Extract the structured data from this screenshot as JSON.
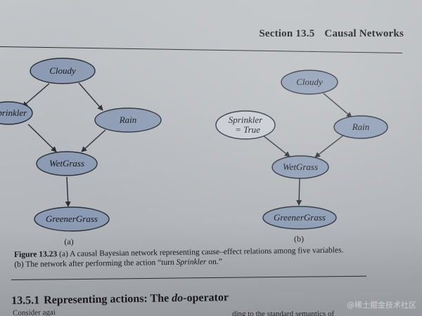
{
  "running_head": {
    "section": "Section 13.5",
    "title": "Causal Networks"
  },
  "colors": {
    "node_fill": "#8c9bb3",
    "node_stroke": "#2a2f3a",
    "edge": "#2a2d33"
  },
  "figure": {
    "panel_a": {
      "label": "(a)",
      "nodes": {
        "cloudy": "Cloudy",
        "sprinkler": "Sprinkler",
        "rain": "Rain",
        "wetgrass": "WetGrass",
        "greenergrass": "GreenerGrass"
      }
    },
    "panel_b": {
      "label": "(b)",
      "nodes": {
        "cloudy": "Cloudy",
        "sprinkler_line1": "Sprinkler",
        "sprinkler_line2": "= True",
        "rain": "Rain",
        "wetgrass": "WetGrass",
        "greenergrass": "GreenerGrass"
      }
    }
  },
  "caption": {
    "number": "Figure 13.23",
    "text_1": " (a) A causal Bayesian network representing cause–effect relations among five variables. (b) The network after performing the action “turn ",
    "italic": "Sprinkler",
    "text_2": " on.”"
  },
  "subsection": {
    "number": "13.5.1",
    "title": "Representing actions: The ",
    "italic": "do",
    "suffix": "-operator"
  },
  "body_fragment": "Consider agai",
  "body_fragment_right": "ding to the standard semantics of",
  "watermark": "@稀土掘金技术社区"
}
